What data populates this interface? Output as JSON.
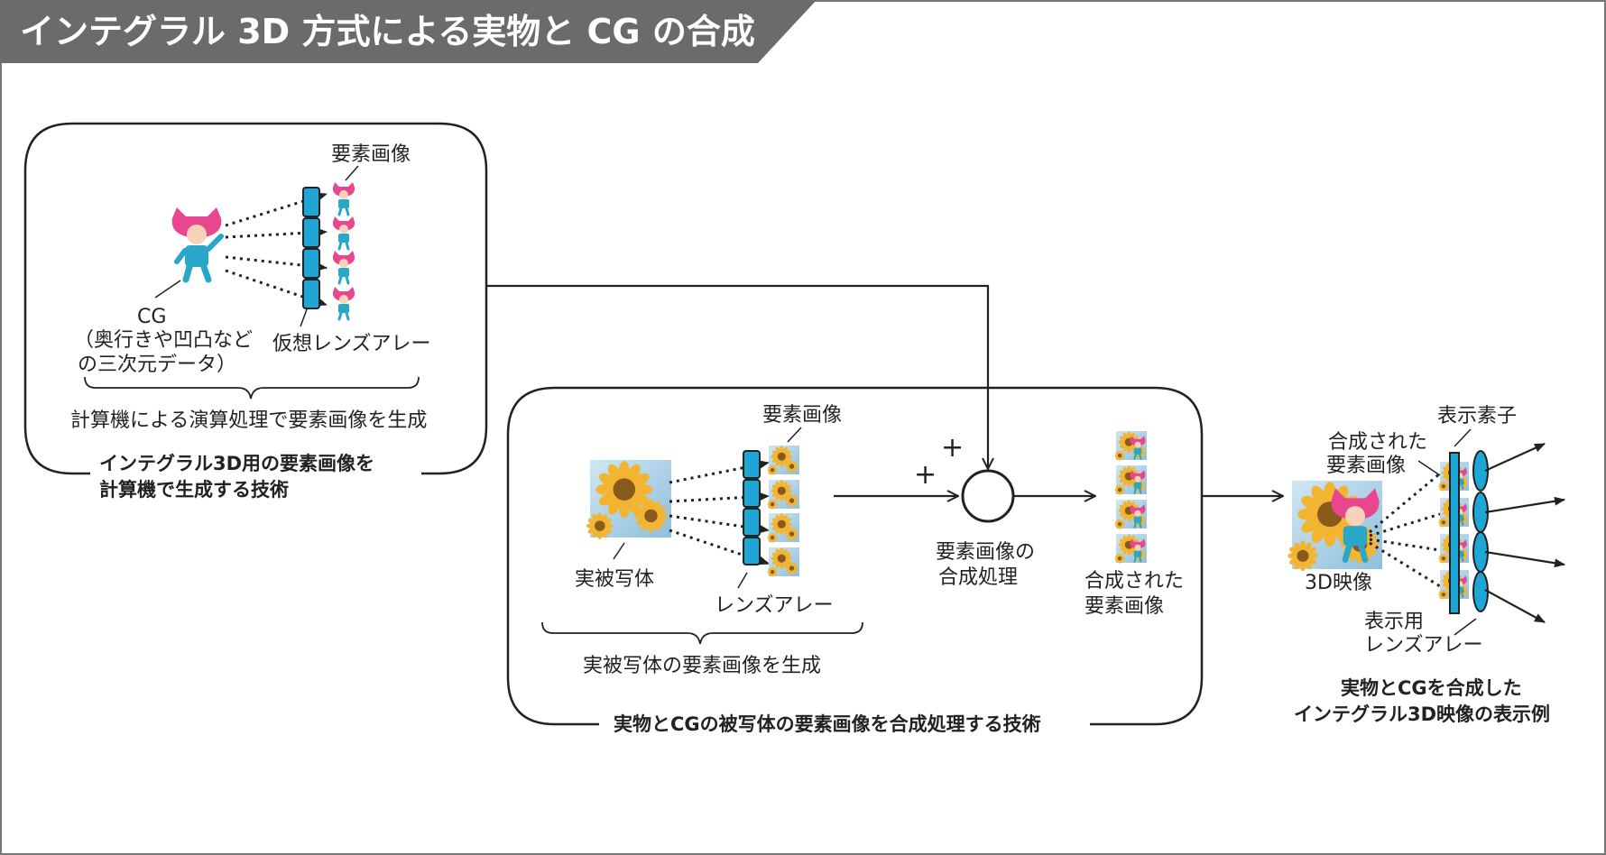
{
  "title": "インテグラル 3D 方式による実物と CG の合成",
  "colors": {
    "title_bar": "#6b6b6b",
    "lens": "#1ea6d6",
    "outline": "#222222",
    "cg_hair": "#e8468f",
    "cg_body": "#29a7c9",
    "flower_yellow": "#f2b431",
    "flower_center": "#8a5a1c",
    "sky": "#9ec9e3"
  },
  "panel_cg": {
    "elemental_label": "要素画像",
    "cg_label": "CG",
    "cg_desc_1": "（奥行きや凹凸など",
    "cg_desc_2": "の三次元データ）",
    "virtual_lens_label": "仮想レンズアレー",
    "process_label": "計算機による演算処理で要素画像を生成",
    "caption_1": "インテグラル3D用の要素画像を",
    "caption_2": "計算機で生成する技術"
  },
  "panel_real": {
    "elemental_label": "要素画像",
    "subject_label": "実被写体",
    "lens_label": "レンズアレー",
    "process_label": "実被写体の要素画像を生成",
    "plus_top": "+",
    "plus_left": "+",
    "combine_label_1": "要素画像の",
    "combine_label_2": "合成処理",
    "combined_label_1": "合成された",
    "combined_label_2": "要素画像",
    "caption": "実物とCGの被写体の要素画像を合成処理する技術"
  },
  "display": {
    "element_label": "表示素子",
    "combined_label_1": "合成された",
    "combined_label_2": "要素画像",
    "image_label": "3D映像",
    "lens_label_1": "表示用",
    "lens_label_2": "レンズアレー",
    "caption_1": "実物とCGを合成した",
    "caption_2": "インテグラル3D映像の表示例"
  }
}
